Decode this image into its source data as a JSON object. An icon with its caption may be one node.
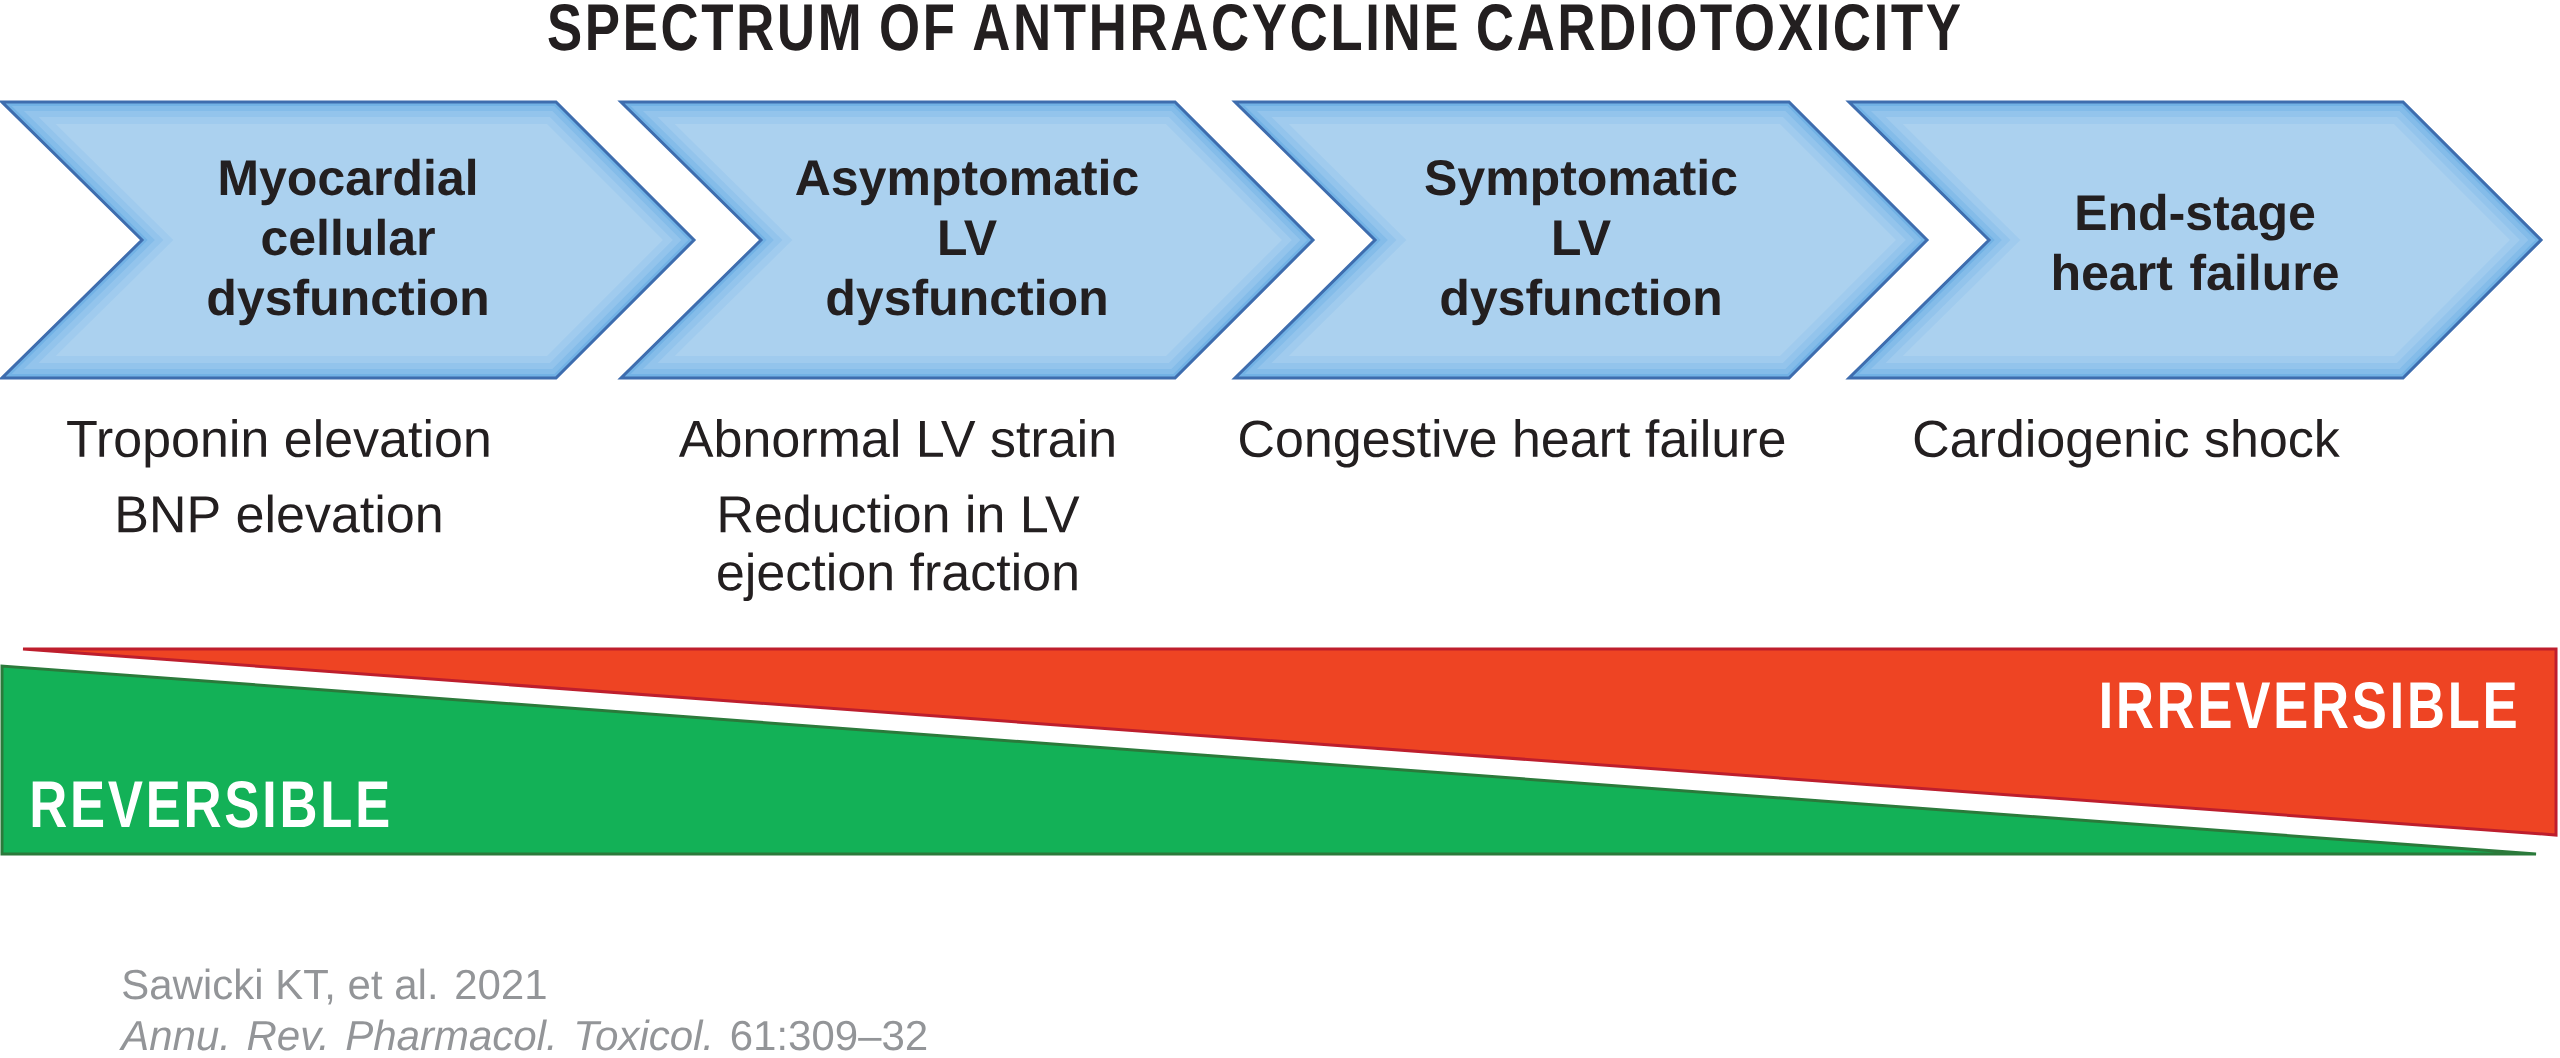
{
  "diagram": {
    "title": "SPECTRUM OF ANTHRACYCLINE CARDIOTOXICITY",
    "nodes": [
      {
        "text": [
          "Myocardial cellular dysfunction"
        ],
        "beside": [
          "Troponin elevation",
          "BNP elevation"
        ]
      },
      {
        "text": [
          "Asymptomatic LV dysfunction"
        ],
        "beside": [
          "Abnormal LV strain",
          "Reduction in LV ejection fraction"
        ]
      },
      {
        "text": [
          "Symptomatic LV dysfunction"
        ],
        "beside": [
          "Congestive heart failure"
        ]
      },
      {
        "text": [
          "End-stage heart failure"
        ],
        "beside": [
          "Cardiogenic shock"
        ]
      },
      {
        "text": [
          "IRREVERSIBLE"
        ]
      },
      {
        "text": [
          "REVERSIBLE"
        ]
      }
    ],
    "labels": [
      "Sawicki KT, et al. 2021",
      "*Annu. Rev. Pharmacol. Toxicol.* 61:309–32"
    ]
  }
}
